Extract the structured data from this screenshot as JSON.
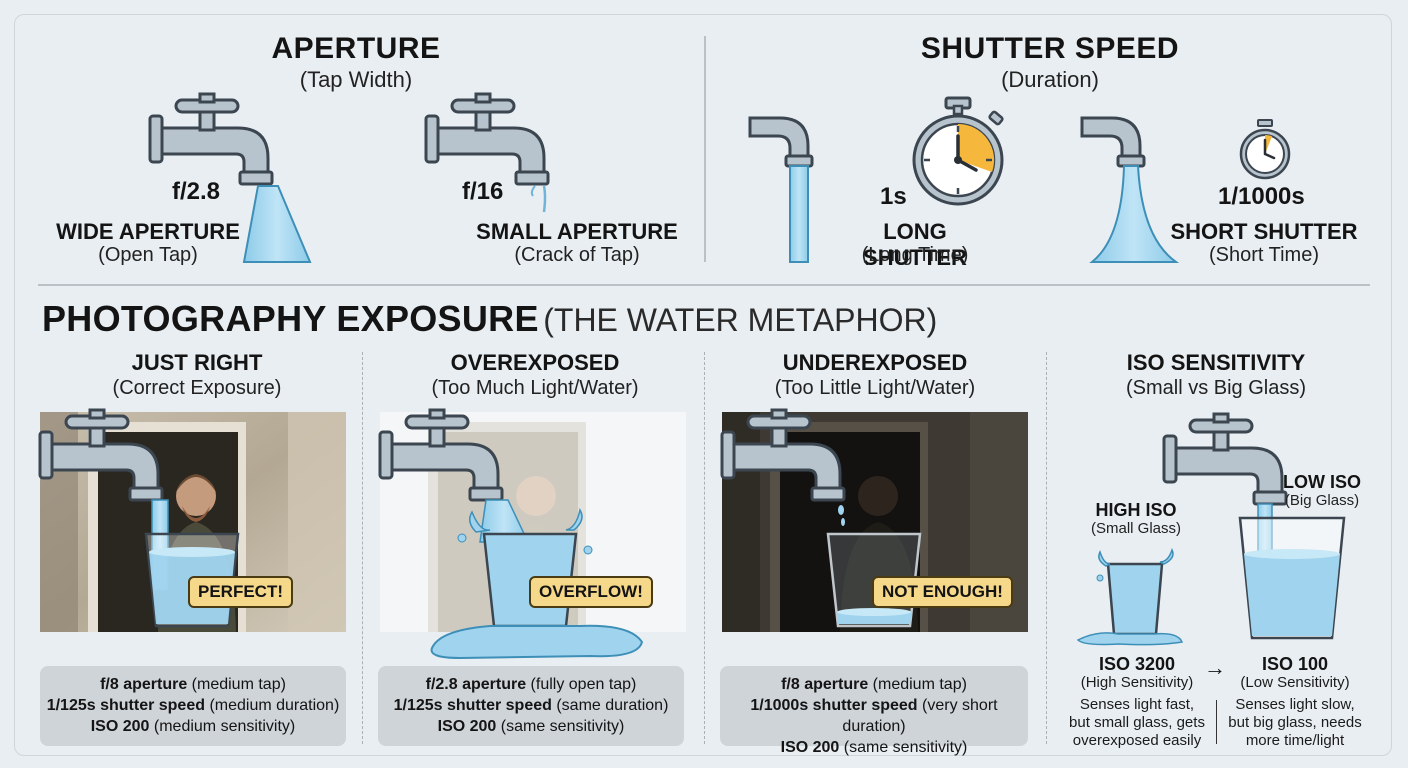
{
  "aperture": {
    "title": "APERTURE",
    "subtitle": "(Tap Width)",
    "wide": {
      "value": "f/2.8",
      "label": "WIDE APERTURE",
      "sub": "(Open Tap)"
    },
    "small": {
      "value": "f/16",
      "label": "SMALL APERTURE",
      "sub": "(Crack of Tap)"
    }
  },
  "shutter": {
    "title": "SHUTTER SPEED",
    "subtitle": "(Duration)",
    "long": {
      "value": "1s",
      "label": "LONG SHUTTER",
      "sub": "(Long Time)"
    },
    "short": {
      "value": "1/1000s",
      "label": "SHORT SHUTTER",
      "sub": "(Short Time)"
    }
  },
  "exposure": {
    "title_bold": "PHOTOGRAPHY EXPOSURE",
    "title_light": "(THE WATER METAPHOR)",
    "panels": [
      {
        "title": "JUST RIGHT",
        "sub": "(Correct Exposure)",
        "badge": "PERFECT!",
        "line1_bold": "f/8 aperture",
        "line1_rest": "(medium tap)",
        "line2_bold": "1/125s shutter speed",
        "line2_rest": "(medium duration)",
        "line3_bold": "ISO 200",
        "line3_rest": "(medium sensitivity)"
      },
      {
        "title": "OVEREXPOSED",
        "sub": "(Too Much Light/Water)",
        "badge": "OVERFLOW!",
        "line1_bold": "f/2.8 aperture",
        "line1_rest": "(fully open tap)",
        "line2_bold": "1/125s shutter speed",
        "line2_rest": "(same duration)",
        "line3_bold": "ISO 200",
        "line3_rest": "(same sensitivity)"
      },
      {
        "title": "UNDEREXPOSED",
        "sub": "(Too Little Light/Water)",
        "badge": "NOT ENOUGH!",
        "line1_bold": "f/8 aperture",
        "line1_rest": "(medium tap)",
        "line2_bold": "1/1000s shutter speed",
        "line2_rest": "(very short duration)",
        "line3_bold": "ISO 200",
        "line3_rest": "(same sensitivity)"
      }
    ]
  },
  "iso": {
    "title": "ISO SENSITIVITY",
    "subtitle": "(Small vs Big Glass)",
    "high": {
      "label": "HIGH ISO",
      "sub": "(Small Glass)",
      "value": "ISO 3200",
      "value_sub": "(High Sensitivity)",
      "desc": [
        "Senses light fast,",
        "but small glass, gets",
        "overexposed easily"
      ]
    },
    "low": {
      "label": "LOW ISO",
      "sub": "(Big Glass)",
      "value": "ISO 100",
      "value_sub": "(Low Sensitivity)",
      "desc": [
        "Senses light slow,",
        "but big glass, needs",
        "more time/light"
      ]
    },
    "arrow": "→"
  },
  "colors": {
    "background": "#e9eef2",
    "water": "#9fd3ee",
    "tap": "#b8c4cd",
    "tap_outline": "#3c4650",
    "badge": "#f6d88a",
    "timer_accent": "#f6b83c"
  }
}
